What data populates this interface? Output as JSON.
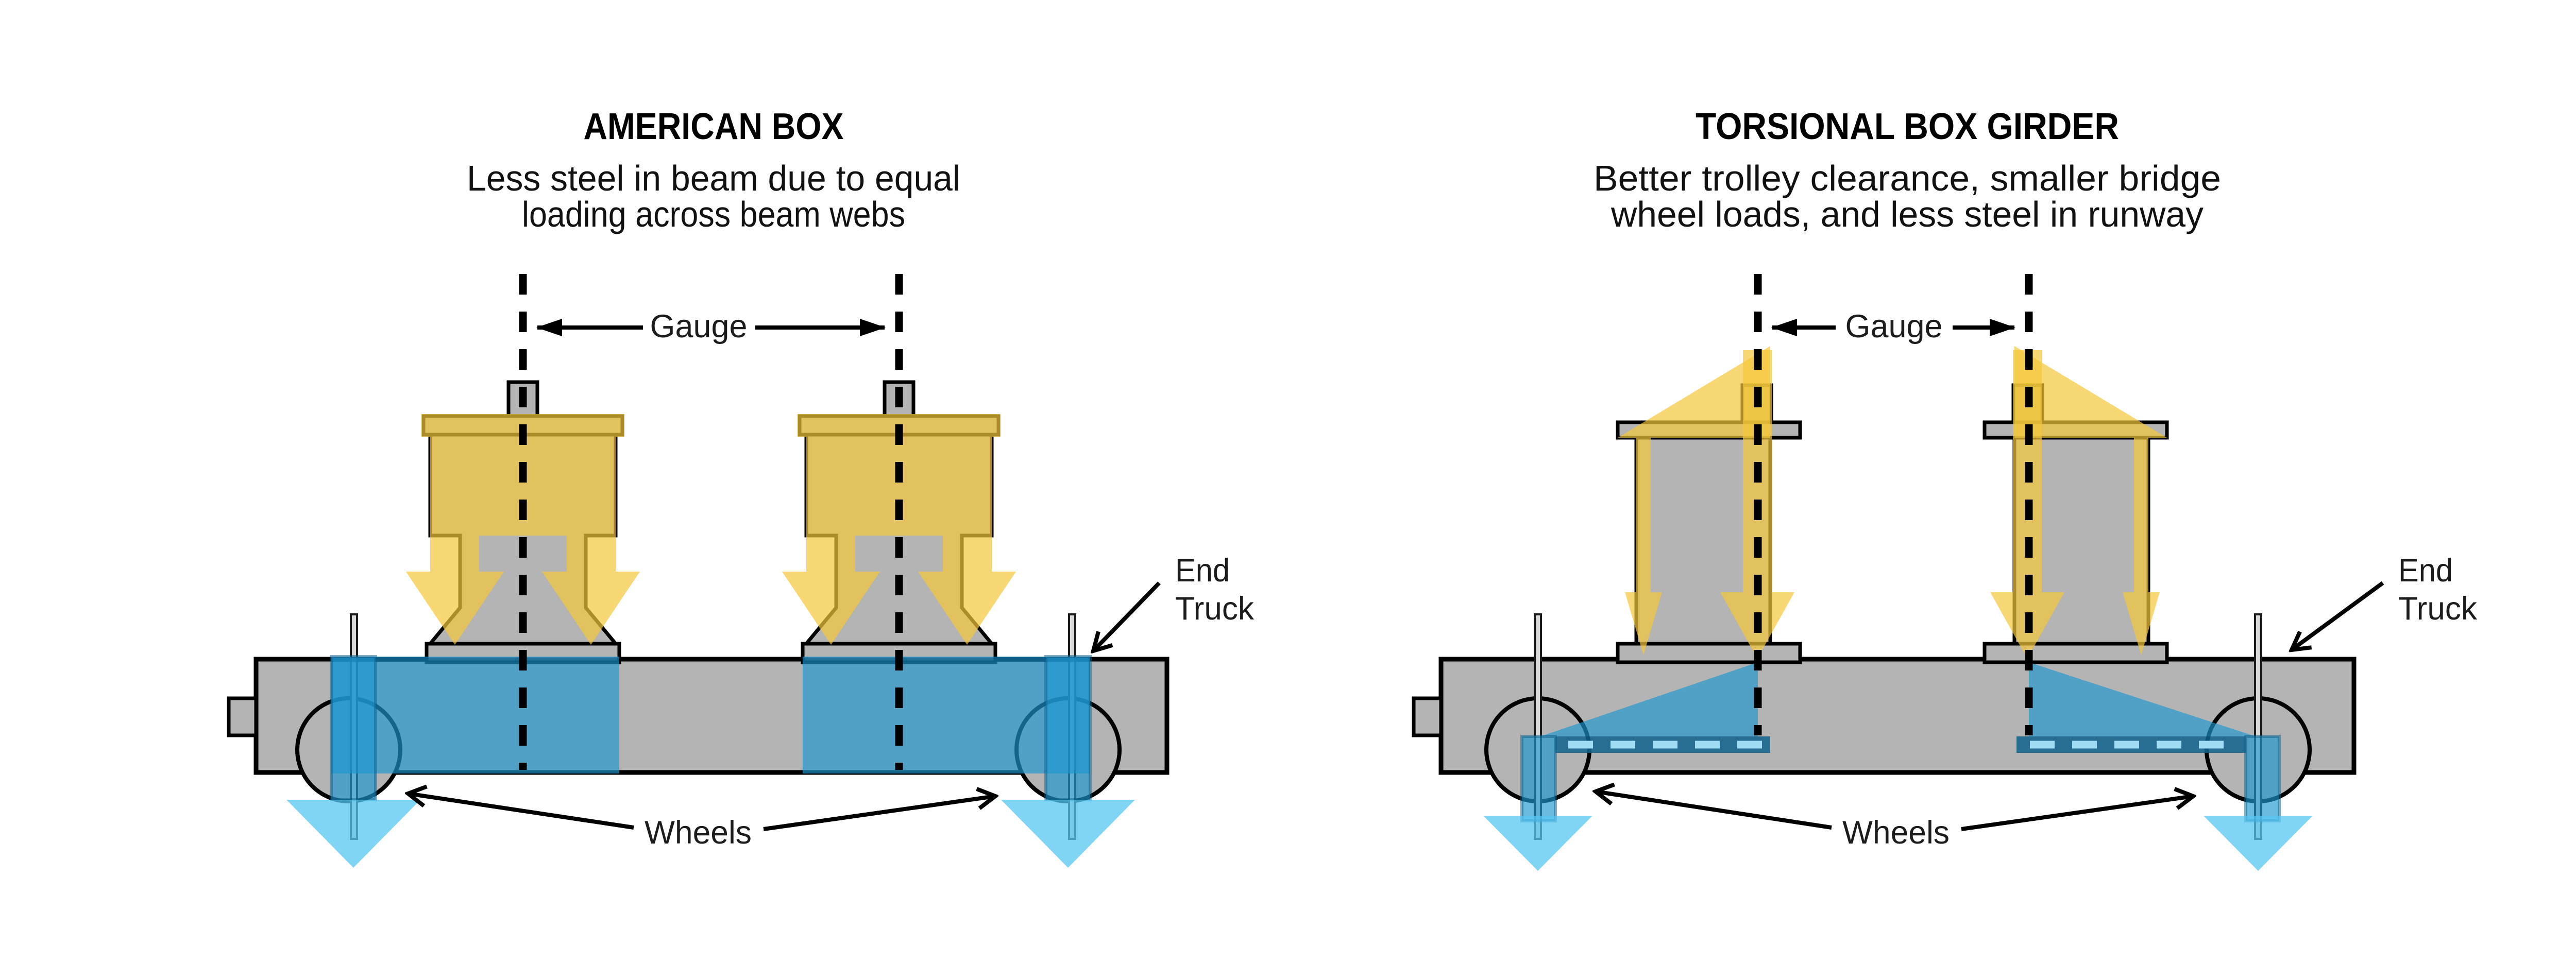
{
  "page": {
    "background": "#ffffff",
    "type": "engineering-comparison-diagram"
  },
  "colors": {
    "steel_gray": "#b4b4b4",
    "outline_black": "#000000",
    "load_path_yellow": "#f3c73b",
    "reaction_blue": "#1f96d0",
    "reaction_blue_light": "#55c6f0",
    "reaction_blue_dark": "#10618c",
    "text": "#1c1c1c"
  },
  "diagrams": [
    {
      "id": "american-box",
      "title": "AMERICAN BOX",
      "subtitle_line1": "Less steel in beam due to equal",
      "subtitle_line2": "loading across beam webs",
      "gauge_label": "Gauge",
      "wheels_label": "Wheels",
      "end_truck_line1": "End",
      "end_truck_line2": "Truck"
    },
    {
      "id": "torsional-box-girder",
      "title": "TORSIONAL BOX GIRDER",
      "subtitle_line1": "Better trolley clearance, smaller bridge",
      "subtitle_line2": "wheel loads, and less steel in runway",
      "gauge_label": "Gauge",
      "wheels_label": "Wheels",
      "end_truck_line1": "End",
      "end_truck_line2": "Truck"
    }
  ]
}
